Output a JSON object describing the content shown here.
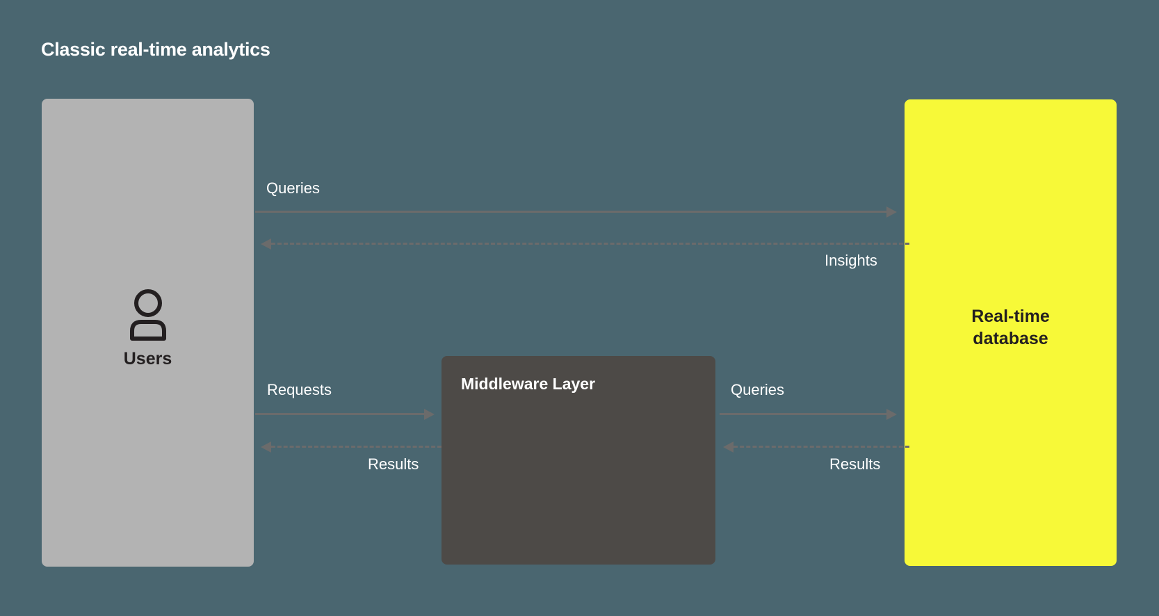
{
  "diagram": {
    "title": "Classic real-time analytics",
    "background_color": "#4a6670",
    "nodes": {
      "users": {
        "label": "Users",
        "icon": "user-icon",
        "fill_color": "#b3b3b3",
        "text_color": "#231f20"
      },
      "middleware": {
        "label": "Middleware Layer",
        "fill_color": "#4d4a47",
        "text_color": "#ffffff"
      },
      "database": {
        "label_line1": "Real-time",
        "label_line2": "database",
        "fill_color": "#f7f938",
        "text_color": "#231f20"
      }
    },
    "connectors": [
      {
        "id": "users-to-db-queries",
        "label": "Queries",
        "from": "users",
        "to": "database",
        "style": "solid",
        "direction": "right",
        "color": "#6b6b6b"
      },
      {
        "id": "db-to-users-insights",
        "label": "Insights",
        "from": "database",
        "to": "users",
        "style": "dashed",
        "direction": "left",
        "color": "#6b6b6b"
      },
      {
        "id": "users-to-middleware-requests",
        "label": "Requests",
        "from": "users",
        "to": "middleware",
        "style": "solid",
        "direction": "right",
        "color": "#6b6b6b"
      },
      {
        "id": "middleware-to-users-results",
        "label": "Results",
        "from": "middleware",
        "to": "users",
        "style": "dashed",
        "direction": "left",
        "color": "#6b6b6b"
      },
      {
        "id": "middleware-to-db-queries",
        "label": "Queries",
        "from": "middleware",
        "to": "database",
        "style": "solid",
        "direction": "right",
        "color": "#6b6b6b"
      },
      {
        "id": "db-to-middleware-results",
        "label": "Results",
        "from": "database",
        "to": "middleware",
        "style": "dashed",
        "direction": "left",
        "color": "#6b6b6b"
      }
    ]
  }
}
